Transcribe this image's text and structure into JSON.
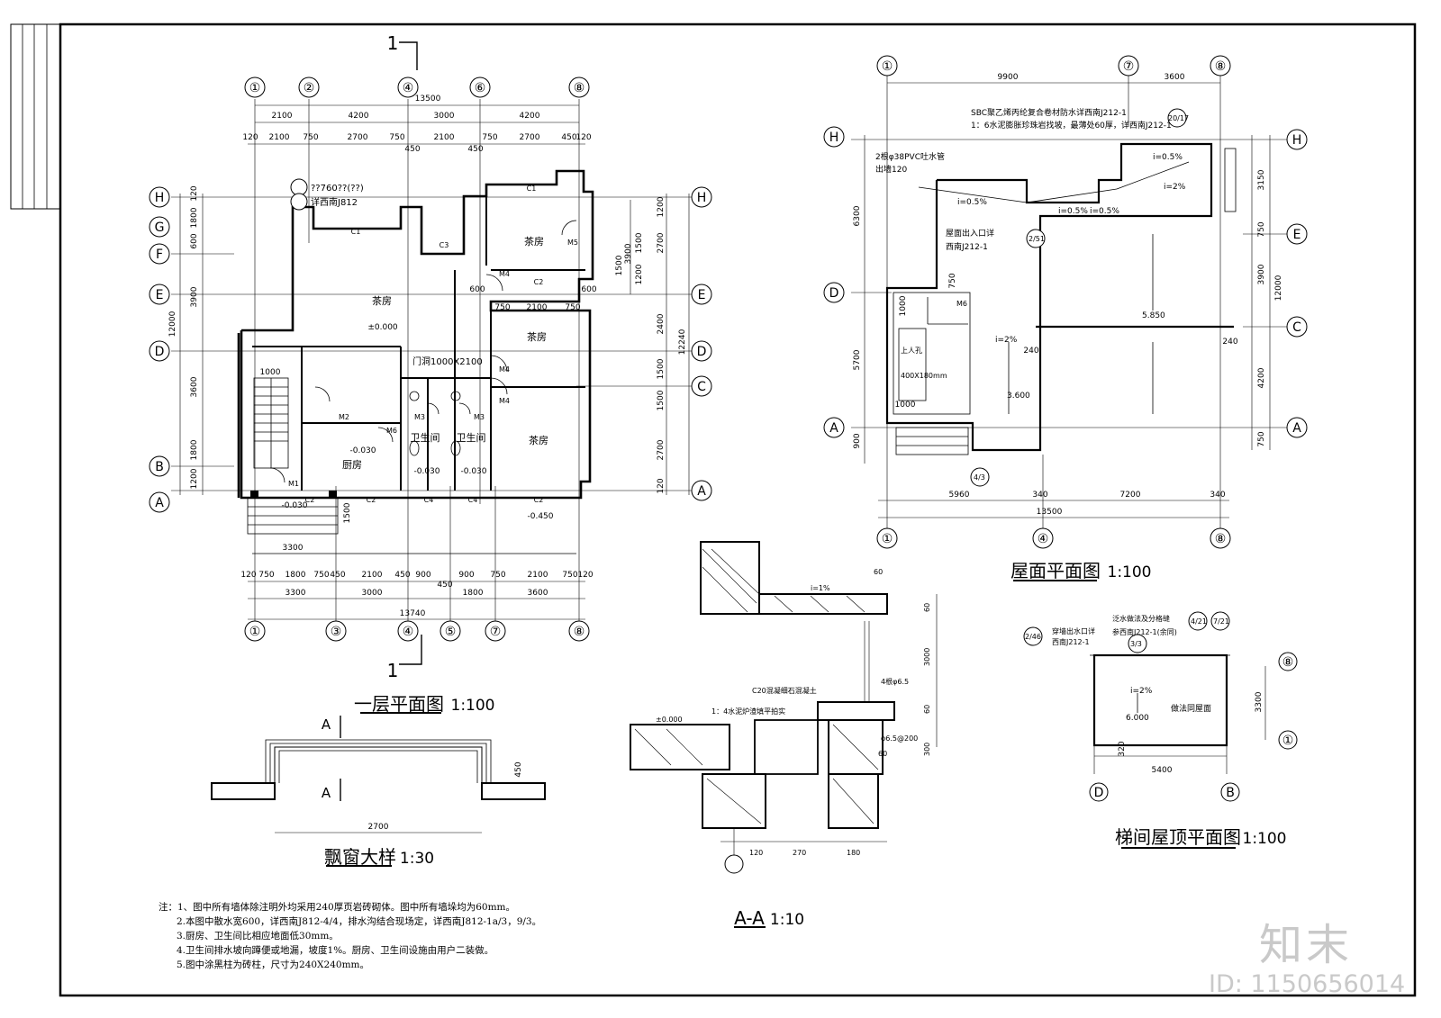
{
  "drawings": {
    "ground_floor": {
      "title": "一层平面图",
      "scale": "1:100",
      "section_mark": "1",
      "axis_labels_top": [
        "①",
        "②",
        "④",
        "⑥",
        "⑧"
      ],
      "axis_labels_bottom": [
        "①",
        "③",
        "④",
        "⑤",
        "⑦",
        "⑧"
      ],
      "axis_labels_left": [
        "H",
        "G",
        "F",
        "E",
        "D",
        "B",
        "A"
      ],
      "axis_labels_right": [
        "H",
        "E",
        "D",
        "C",
        "A"
      ],
      "dims_top_total": "13500",
      "dims_top_row1": [
        "2100",
        "4200",
        "3000",
        "4200"
      ],
      "dims_top_row2": [
        "120",
        "2100",
        "750",
        "2700",
        "750",
        "450",
        "2100",
        "450",
        "750",
        "2700",
        "450",
        "120"
      ],
      "dims_bottom_total": "13740",
      "dims_bottom_row1": [
        "3300",
        "3000",
        "1800",
        "3600"
      ],
      "dims_bottom_row2": [
        "120",
        "750",
        "1800",
        "750",
        "450",
        "2100",
        "450",
        "900",
        "450",
        "900",
        "750",
        "2100",
        "750",
        "120"
      ],
      "dims_bottom_step": "3300",
      "dims_left": [
        "120",
        "1800",
        "600",
        "3900",
        "12000",
        "3600",
        "1800",
        "1200"
      ],
      "dims_right": [
        "1200",
        "2700",
        "1500",
        "1200",
        "2400",
        "12240",
        "1500",
        "1500",
        "2700",
        "120"
      ],
      "dims_misc": [
        "3900",
        "1500",
        "600",
        "1000",
        "1500",
        "750",
        "2100",
        "750",
        "600"
      ],
      "callout_window": "??760??(??)",
      "callout_window_ref": "详西南J812",
      "door_opening": "门洞1000X2100",
      "rooms": [
        "茶房",
        "茶房",
        "茶房",
        "茶房",
        "厨房",
        "卫生间",
        "卫生间"
      ],
      "windows": [
        "C1",
        "C1",
        "C3",
        "C2",
        "C2",
        "C2",
        "C4",
        "C4",
        "C2"
      ],
      "doors": [
        "M1",
        "M2",
        "M3",
        "M3",
        "M4",
        "M4",
        "M4",
        "M5",
        "M6"
      ],
      "elevations": [
        "±0.000",
        "-0.030",
        "-0.030",
        "-0.030",
        "-0.030",
        "-0.450"
      ]
    },
    "roof_plan": {
      "title": "屋面平面图",
      "scale": "1:100",
      "axis_labels_top": [
        "①",
        "⑦",
        "⑧"
      ],
      "axis_labels_bottom": [
        "①",
        "④",
        "⑧"
      ],
      "axis_labels_left": [
        "H",
        "D",
        "A"
      ],
      "axis_labels_right": [
        "H",
        "E",
        "C",
        "A"
      ],
      "dims_top": [
        "9900",
        "3600"
      ],
      "dims_bottom": [
        "5960",
        "340",
        "7200",
        "340"
      ],
      "dims_bottom_total": "13500",
      "dims_left": [
        "6300",
        "5700",
        "900"
      ],
      "dims_right": [
        "3150",
        "750",
        "3900",
        "12000",
        "4200",
        "750"
      ],
      "dims_misc": [
        "750",
        "1000",
        "1000",
        "240",
        "240"
      ],
      "note1": "SBC聚乙烯丙纶复合卷材防水详西南J212-1",
      "note2": "1：6水泥膨胀珍珠岩找坡，最薄处60厚，详西南J212-1",
      "note2_ref": "20/17",
      "drain_note": "2根φ38PVC吐水管",
      "drain_note2": "出墙120",
      "hatch_note": "屋面出入口详",
      "hatch_ref": "西南J212-1",
      "hatch_sym": "2/51",
      "opening_label": "上人孔",
      "opening_size": "400X180mm",
      "slopes": [
        "i=0.5%",
        "i=2%",
        "i=0.5%",
        "i=0.5%",
        "i=0.5%",
        "i=2%"
      ],
      "elevations": [
        "5.850",
        "3.600"
      ],
      "door": "M6",
      "detail_ref": "4/3"
    },
    "window_detail": {
      "title": "飘窗大样",
      "scale": "1:30",
      "section_mark": "A",
      "dims": [
        "2700",
        "450"
      ]
    },
    "section_aa": {
      "title": "A-A",
      "scale": "1:10",
      "labels": [
        "C20混凝细石混凝土",
        "1：4水泥炉渣填平拍实",
        "4根φ6.5",
        "φ6.5@200",
        "i=1%",
        "±0.000"
      ],
      "dims_h": [
        "120",
        "270",
        "180"
      ],
      "dims_top": "60",
      "dims_v": [
        "60",
        "3000",
        "60",
        "300",
        "60"
      ]
    },
    "stair_roof": {
      "title": "梯间屋顶平面图",
      "scale": "1:100",
      "note": "泛水做法及分格缝",
      "note_ref": "参西南J212-1(余同)",
      "drain": "穿墙出水口详",
      "drain_ref": "西南J212-1",
      "syms": [
        "2/46",
        "3/3",
        "4/21",
        "7/21"
      ],
      "slope": "i=2%",
      "elevation": "6.000",
      "finish": "做法同屋面",
      "axis_labels": [
        "⑧",
        "①",
        "D",
        "B"
      ],
      "dims": [
        "3300",
        "5400",
        "320"
      ]
    }
  },
  "notes": [
    "注：1、图中所有墙体除注明外均采用240厚页岩砖砌体。图中所有墙垛均为60mm。",
    "2.本图中散水宽600，详西南J812-4/4，排水沟结合现场定，详西南J812-1a/3，9/3。",
    "3.厨房、卫生间比相应地面低30mm。",
    "4.卫生间排水坡向蹲便或地漏，坡度1%。厨房、卫生间设施由用户二装做。",
    "5.图中涂黑柱为砖柱，尺寸为240X240mm。"
  ],
  "brand": "知末",
  "image_id": "ID: 1150656014"
}
